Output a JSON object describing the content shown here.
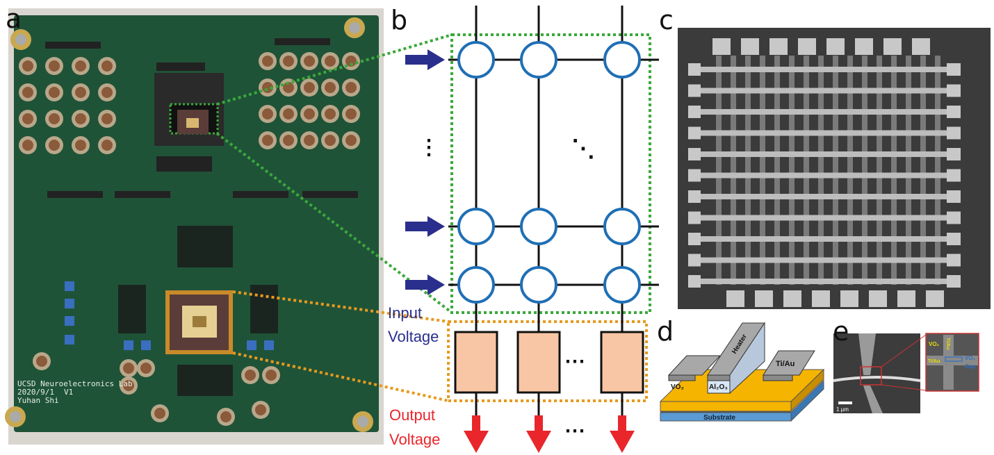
{
  "panels": {
    "a": "a",
    "b": "b",
    "c": "c",
    "d": "d",
    "e": "e"
  },
  "pcb": {
    "lab": "UCSD Neuroelectronics Lab",
    "date": "2020/9/1",
    "version": "V1",
    "author": "Yuhan Shi"
  },
  "crossbar": {
    "input_line1": "Input",
    "input_line2": "Voltage",
    "output_line1": "Output",
    "output_line2": "Voltage",
    "vdots": "⋮",
    "ddots": "⋱",
    "hdots": "⋯",
    "colors": {
      "node": "#1f6fb5",
      "arrow_in": "#2a2e8c",
      "arrow_out": "#e8262b",
      "neuron": "#f8c6a4",
      "green_box": "#3aa83a",
      "orange_box": "#e69a1e"
    }
  },
  "device": {
    "heater": "Heater",
    "tiau": "Ti/Au",
    "vo2": "VO₂",
    "al2o3": "Al₂O₃",
    "substrate": "Substrate"
  },
  "sem": {
    "scale": "1 µm",
    "inset_vo2": "VO₂",
    "inset_tiau_v": "Ti/Au",
    "inset_tiau": "Ti/Au",
    "inset_vo2_gap1": "VO₂",
    "inset_vo2_gap2": "Gap"
  }
}
